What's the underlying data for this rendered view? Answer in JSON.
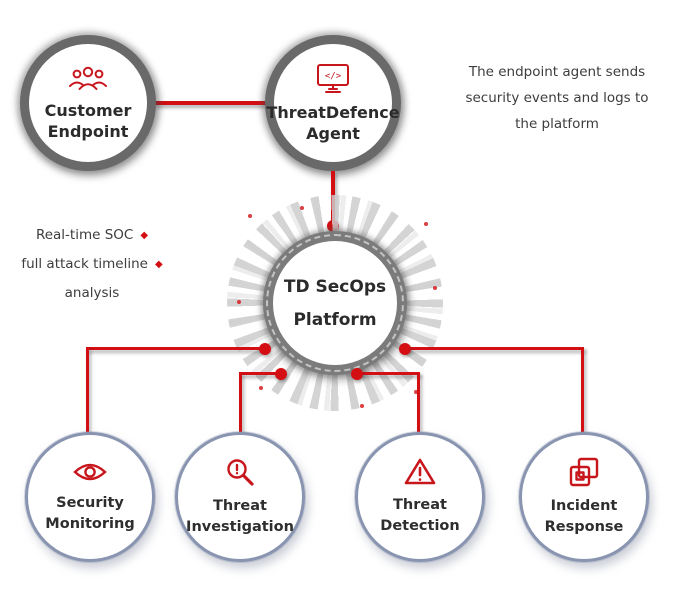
{
  "colors": {
    "accent_red": "#d30f14",
    "icon_red": "#c8161d",
    "ring_gray": "#696969",
    "platform_ring_gray": "#7b7b7b",
    "capability_ring_blue_gray": "#8995b0",
    "burst_gray": "#d9d9d9",
    "text_dark": "#2b2b2b",
    "note_text": "#3d3d3d"
  },
  "nodes": {
    "customer": {
      "line1": "Customer",
      "line2": "Endpoint",
      "icon": "people-group-icon"
    },
    "agent": {
      "line1": "ThreatDefence",
      "line2": "Agent",
      "icon": "monitor-code-icon"
    },
    "platform": {
      "line1": "TD SecOps",
      "line2": "Platform"
    },
    "capabilities": [
      {
        "line1": "Security",
        "line2": "Monitoring",
        "icon": "eye-icon"
      },
      {
        "line1": "Threat",
        "line2": "Investigation",
        "icon": "magnifier-alert-icon"
      },
      {
        "line1": "Threat",
        "line2": "Detection",
        "icon": "warning-triangle-icon"
      },
      {
        "line1": "Incident",
        "line2": "Response",
        "icon": "overlapping-squares-icon"
      }
    ]
  },
  "notes": {
    "agent_note": {
      "line1": "The endpoint agent sends",
      "line2": "security events and logs to",
      "line3": "the platform"
    },
    "platform_note": {
      "line1": "Real-time SOC",
      "line2": "full attack timeline",
      "line3": "analysis",
      "marker": "◆"
    }
  }
}
